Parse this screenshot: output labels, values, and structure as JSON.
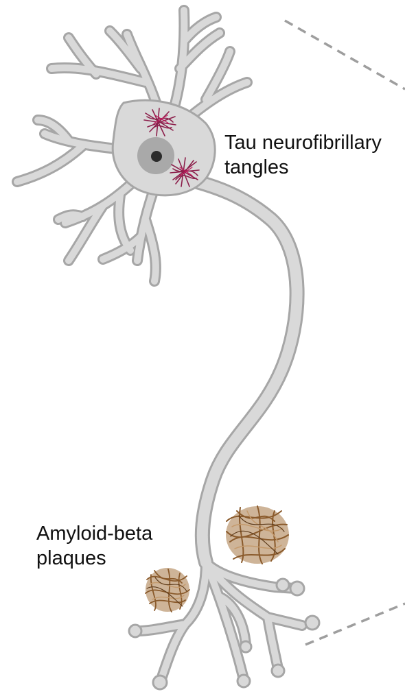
{
  "labels": {
    "tau": {
      "line1": "Tau neurofibrillary",
      "line2": "tangles"
    },
    "amyloid": {
      "line1": "Amyloid-beta",
      "line2": "plaques"
    }
  },
  "colors": {
    "neuron_fill": "#d9d9d9",
    "neuron_stroke": "#a6a6a6",
    "nucleus": "#a9a9a9",
    "nucleolus": "#2b2b2b",
    "tangle": "#8c1f4b",
    "plaque": "#8a5a2b",
    "plaque_light": "#c49a6c",
    "dashed_line": "#9e9e9e",
    "text": "#111111"
  }
}
